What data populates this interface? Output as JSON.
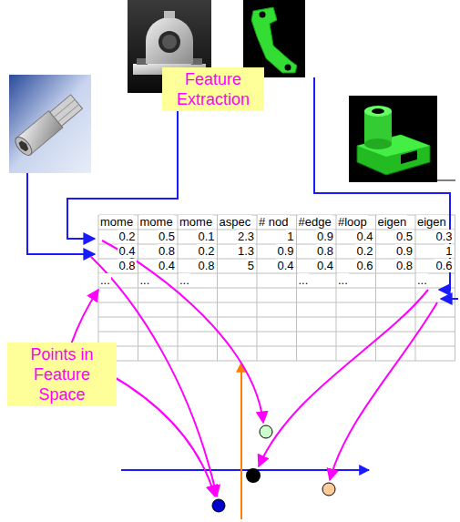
{
  "diagram": {
    "nodes": [
      {
        "text": [
          "Feature Extraction"
        ]
      },
      {
        "text": [
          "Points in Feature Space"
        ]
      }
    ],
    "labels": [
      "mome",
      "mome",
      "mome",
      "aspec",
      "# nod",
      "#edge",
      "#loop",
      "eigen",
      "eigen",
      "0.2",
      "0.5",
      "0.1",
      "2.3",
      "1",
      "0.9",
      "0.4",
      "0.5",
      "0.3",
      "0.4",
      "0.8",
      "0.2",
      "1.3",
      "0.9",
      "0.8",
      "0.2",
      "0.9",
      "1",
      "0.8",
      "0.4",
      "0.8",
      "5",
      "0.4",
      "0.4",
      "0.6",
      "0.8",
      "0.6",
      "...",
      "...",
      "...",
      "...",
      "...",
      "..."
    ]
  }
}
